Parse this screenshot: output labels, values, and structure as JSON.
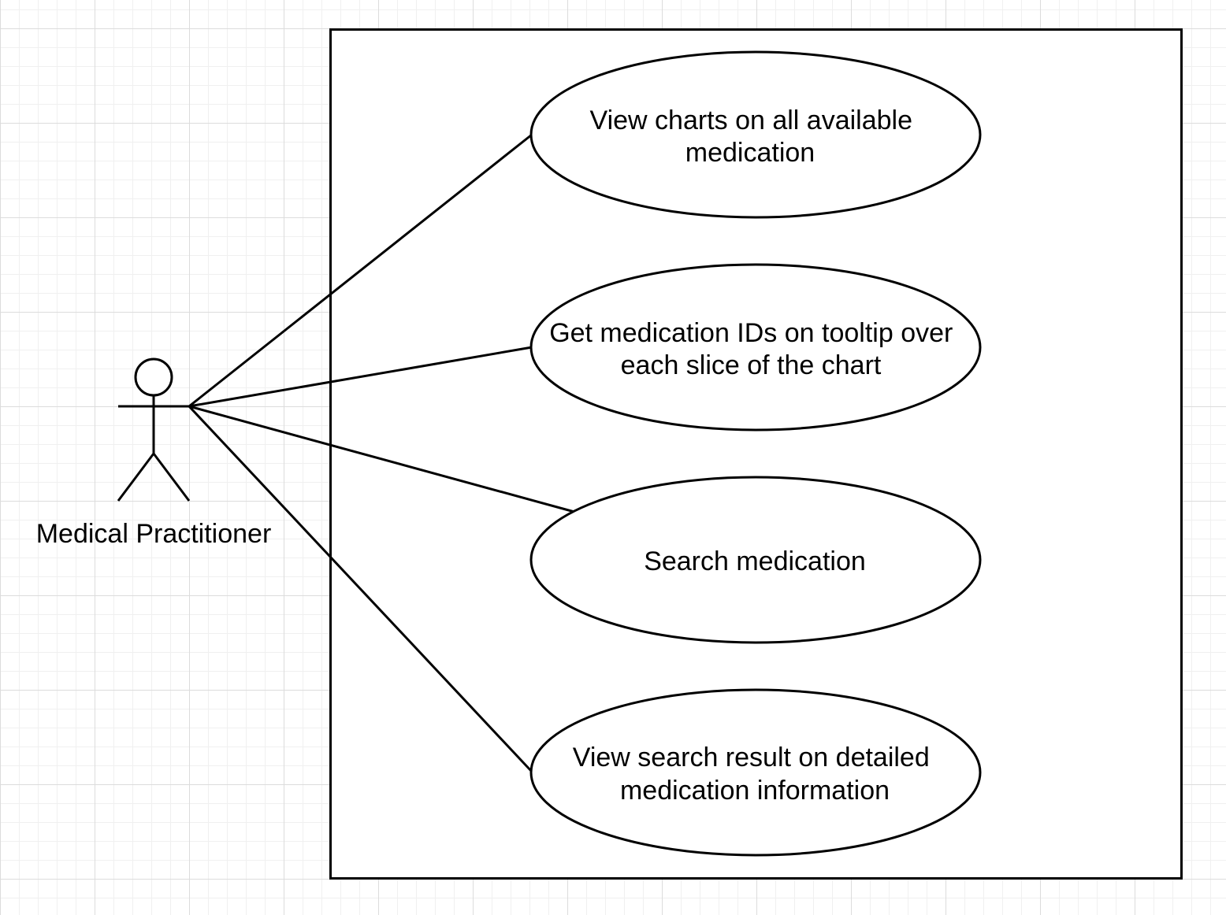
{
  "diagram": {
    "type": "use-case",
    "actor": {
      "label": "Medical Practitioner",
      "icon": "stick-figure-icon"
    },
    "system_boundary": {
      "label": ""
    },
    "use_cases": [
      {
        "lines": [
          "View charts on all available",
          "medication"
        ]
      },
      {
        "lines": [
          "Get medication IDs on tooltip over",
          "each slice of the chart"
        ]
      },
      {
        "lines": [
          "Search medication"
        ]
      },
      {
        "lines": [
          "View search result on detailed",
          "medication information"
        ]
      }
    ],
    "associations": [
      {
        "from": "actor",
        "to": "use_case_0"
      },
      {
        "from": "actor",
        "to": "use_case_1"
      },
      {
        "from": "actor",
        "to": "use_case_2"
      },
      {
        "from": "actor",
        "to": "use_case_3"
      }
    ],
    "colors": {
      "stroke": "#000000",
      "fill": "#ffffff",
      "grid": "#dcdcdc"
    }
  }
}
